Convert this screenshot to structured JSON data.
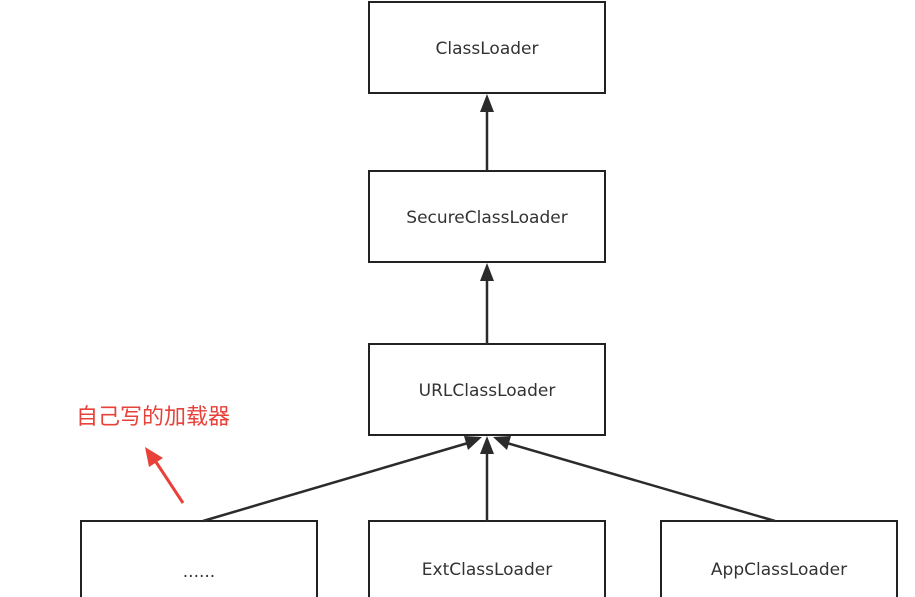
{
  "nodes": {
    "classloader": "ClassLoader",
    "secure_classloader": "SecureClassLoader",
    "url_classloader": "URLClassLoader",
    "custom_loader": "......",
    "ext_classloader": "ExtClassLoader",
    "app_classloader": "AppClassLoader"
  },
  "annotation": {
    "text": "自己写的加载器",
    "color": "#e8413a"
  },
  "colors": {
    "box_stroke": "#222222",
    "arrow": "#2b2b2b",
    "text": "#333333"
  }
}
